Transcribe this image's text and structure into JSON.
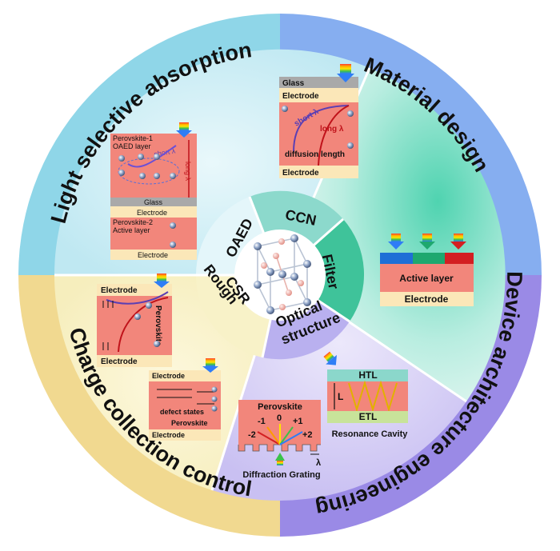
{
  "outer_ring": {
    "light_selective_absorption": "Light selective absorption",
    "material_design": "Material design",
    "device_architecture_engineering": "Device architecture engineering",
    "charge_collection_control": "Charge collection control"
  },
  "inner_ring": {
    "oaed": "OAED",
    "ccn": "CCN",
    "filter": "Filter",
    "optical_line1": "Optical",
    "optical_line2": "structure",
    "csr": "CSR",
    "rough": "Rough"
  },
  "panel_oaed": {
    "layer1_line1": "Perovskite-1",
    "layer1_line2": "OAED layer",
    "short": "short λ",
    "long": "long λ",
    "glass": "Glass",
    "electrode": "Electrode",
    "layer2_line1": "Perovskite-2",
    "layer2_line2": "Active layer",
    "electrode_bottom": "Electrode"
  },
  "panel_ccn": {
    "glass": "Glass",
    "electrode_top": "Electrode",
    "short": "short λ",
    "long": "long λ",
    "diffusion": "diffusion length",
    "electrode_bottom": "Electrode"
  },
  "panel_filter": {
    "active_layer": "Active layer",
    "electrode": "Electrode"
  },
  "panel_csr": {
    "electrode_top": "Electrode",
    "perovskite": "Perovskite",
    "electrode_bottom": "Electrode"
  },
  "panel_rough": {
    "electrode_top": "Electrode",
    "defect": "defect states",
    "perovskite": "Perovskite",
    "electrode_bottom": "Electrode"
  },
  "panel_grating": {
    "perovskite": "Perovskite",
    "orders": [
      "-2",
      "-1",
      "0",
      "+1",
      "+2"
    ],
    "lambda": "λ",
    "caption": "Diffraction Grating"
  },
  "panel_cavity": {
    "htl": "HTL",
    "l": "L",
    "etl": "ETL",
    "caption": "Resonance Cavity"
  },
  "colors": {
    "cyan_sector": "#8fd6e8",
    "blue_sector": "#7fa8f0",
    "purple_sector": "#9b8ce6",
    "yellow_sector": "#f3dc8f",
    "perovskite": "#f2857a",
    "electrode": "#fbe7b8",
    "glass": "#a9a9a9"
  }
}
